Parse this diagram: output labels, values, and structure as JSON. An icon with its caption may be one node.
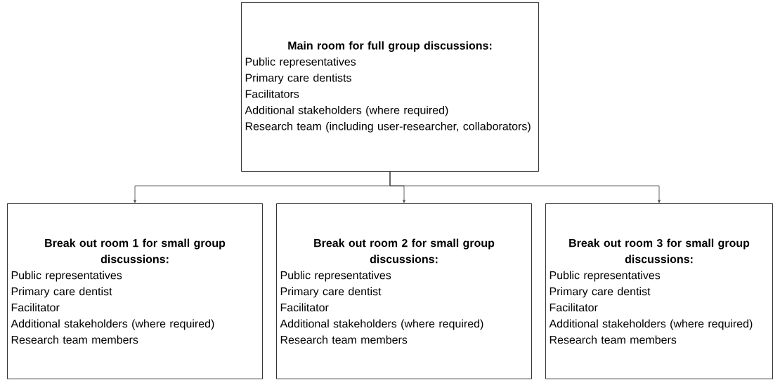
{
  "diagram": {
    "nodes": [
      {
        "text": [
          "Main room for full group discussions:",
          "Public representatives",
          "Primary care dentists",
          "Facilitators",
          "Additional stakeholders (where required)",
          "Research team (including user-researcher, collaborators)"
        ]
      },
      {
        "text": [
          "Break out room 1 for small group discussions:",
          "Public representatives",
          "Primary care dentist",
          "Facilitator",
          "Additional stakeholders (where required)",
          "Research team members"
        ]
      },
      {
        "text": [
          "Break out room 2 for small group discussions:",
          "Public representatives",
          "Primary care dentist",
          "Facilitator",
          "Additional stakeholders (where required)",
          "Research team members"
        ]
      },
      {
        "text": [
          "Break out room 3 for small group discussions:",
          "Public representatives",
          "Primary care dentist",
          "Facilitator",
          "Additional stakeholders (where required)",
          "Research team members"
        ]
      }
    ],
    "edges": [
      {
        "from": 0,
        "to": 1,
        "arrow": "to"
      },
      {
        "from": 0,
        "to": 2,
        "arrow": "to"
      },
      {
        "from": 0,
        "to": 3,
        "arrow": "to"
      }
    ]
  }
}
